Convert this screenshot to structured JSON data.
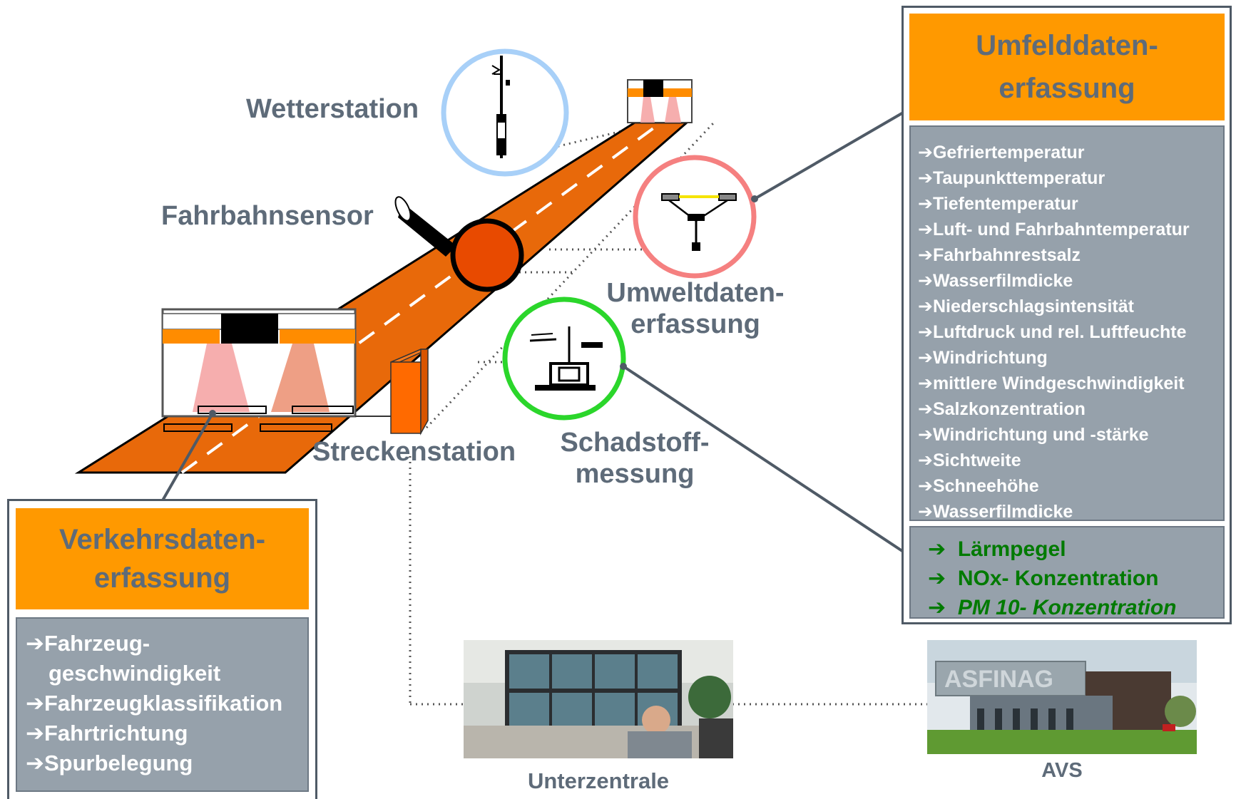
{
  "labels": {
    "wetterstation": "Wetterstation",
    "fahrbahnsensor": "Fahrbahnsensor",
    "umweltdaten": [
      "Umweltdaten-",
      "erfassung"
    ],
    "streckenstation": "Streckenstation",
    "schadstoff": [
      "Schadstoff-",
      "messung"
    ]
  },
  "umfeld_panel": {
    "title": [
      "Umfelddaten-",
      "erfassung"
    ],
    "items": [
      "Gefriertemperatur",
      "Taupunkttemperatur",
      "Tiefentemperatur",
      "Luft- und Fahrbahntemperatur",
      "Fahrbahnrestsalz",
      "Wasserfilmdicke",
      "Niederschlagsintensität",
      "Luftdruck und rel. Luftfeuchte",
      "Windrichtung",
      "mittlere Windgeschwindigkeit",
      "Salzkonzentration",
      "Windrichtung und -stärke",
      "Sichtweite",
      "Schneehöhe",
      "Wasserfilmdicke"
    ],
    "pollutant_items": [
      "Lärmpegel",
      "NOx- Konzentration",
      "PM 10- Konzentration"
    ]
  },
  "verkehr_panel": {
    "title": [
      "Verkehrsdaten-",
      "erfassung"
    ],
    "items": [
      "Fahrzeug-",
      "geschwindigkeit",
      "Fahrzeugklassifikation",
      "Fahrtrichtung",
      "Spurbelegung"
    ]
  },
  "arrow_glyph": "➔",
  "photos": {
    "unterzentrale_caption": "Unterzentrale",
    "avs_caption": "AVS",
    "building_sign": "ASFINAG"
  },
  "colors": {
    "road": "#e8690a",
    "accent_orange": "#ff9900",
    "panel_grey": "#96a1ab",
    "label_grey": "#5e6b79",
    "weather_ring": "#a8d0f8",
    "sensor_ring": "#f58080",
    "pollution_ring": "#2bd62b",
    "green_text": "#007a00"
  }
}
